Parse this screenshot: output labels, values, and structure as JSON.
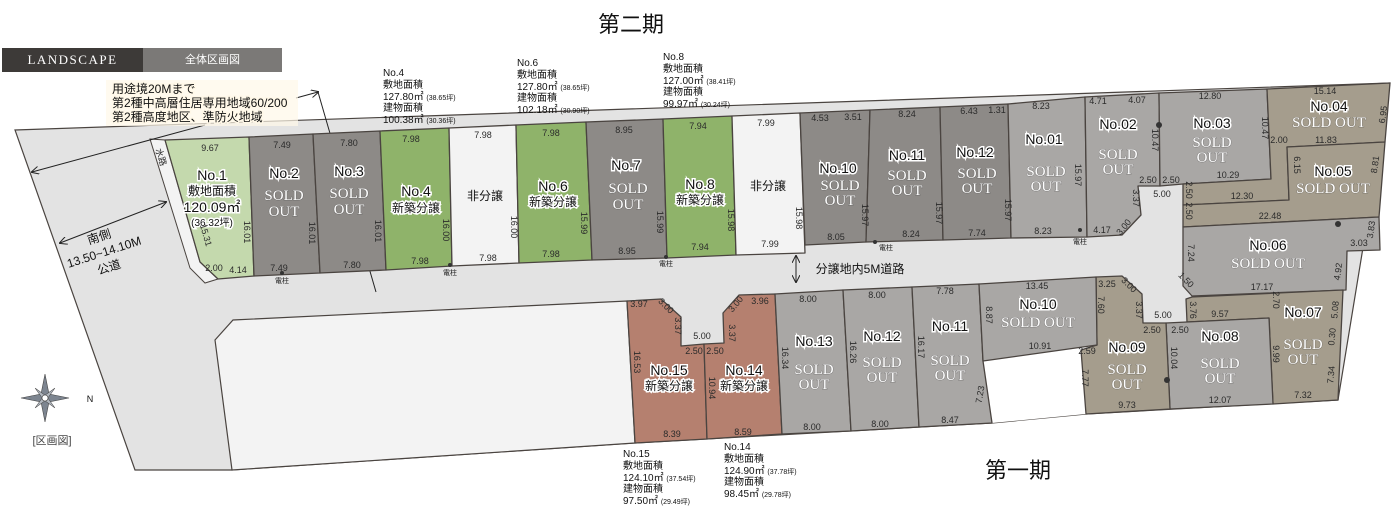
{
  "header": {
    "brand": "LANDSCAPE",
    "tab": "全体区画図"
  },
  "phase2_title": "第二期",
  "phase1_title": "第一期",
  "zoning_note": [
    "用途境20Mまで",
    "第2種中高層住居専用地域60/200",
    "第2種高度地区、準防火地域"
  ],
  "road": {
    "south": [
      "南側",
      "13.50~14.10M",
      "公道"
    ],
    "internal": "分譲地内5M道路",
    "waterway": "水路"
  },
  "compass": {
    "north": "N",
    "caption": "[区画図]"
  },
  "utility_pole": "電柱",
  "labels": {
    "sold_out": "SOLD OUT",
    "sold": "SOLD",
    "out": "OUT",
    "new_build": "新築分譲",
    "not_for_sale": "非分譲"
  },
  "colors": {
    "new_build": "#8fb36a",
    "sold_dark": "#8d8a87",
    "sold_light": "#a9a7a5",
    "sold_tan": "#a59d8d",
    "new_build_phase1": "#b5806f",
    "not_for_sale": "#f3f3f3"
  },
  "lots": {
    "p2_1": {
      "name": "No.1",
      "status": "new_build",
      "area_label": "敷地面積",
      "area": "120.09㎡",
      "tsubo": "(36.32坪)",
      "dims": [
        "9.67",
        "16.01",
        "15.31",
        "2.00",
        "4.14"
      ]
    },
    "p2_2": {
      "name": "No.2",
      "status": "sold_out",
      "dims": [
        "7.49",
        "16.01",
        "7.49"
      ]
    },
    "p2_3": {
      "name": "No.3",
      "status": "sold_out",
      "dims": [
        "7.80",
        "16.01",
        "7.80"
      ]
    },
    "p2_4": {
      "name": "No.4",
      "status": "new_build",
      "dims": [
        "7.98",
        "16.00",
        "7.98"
      ]
    },
    "p2_5": {
      "status": "not_for_sale",
      "dims": [
        "7.98",
        "16.00",
        "7.98"
      ]
    },
    "p2_6": {
      "name": "No.6",
      "status": "new_build",
      "dims": [
        "7.98",
        "15.99",
        "7.98"
      ]
    },
    "p2_7": {
      "name": "No.7",
      "status": "sold_out",
      "dims": [
        "8.95",
        "15.99",
        "8.95"
      ]
    },
    "p2_8": {
      "name": "No.8",
      "status": "new_build",
      "dims": [
        "7.94",
        "15.98",
        "7.94"
      ]
    },
    "p2_9": {
      "status": "not_for_sale",
      "dims": [
        "7.99",
        "15.98",
        "7.99"
      ]
    },
    "p1_10": {
      "name": "No.10",
      "status": "sold_out",
      "dims": [
        "4.53",
        "3.51",
        "15.97",
        "8.05"
      ]
    },
    "p1_11": {
      "name": "No.11",
      "status": "sold_out",
      "dims": [
        "8.24",
        "15.97",
        "8.24"
      ]
    },
    "p1_12": {
      "name": "No.12",
      "status": "sold_out",
      "dims": [
        "6.43",
        "1.31",
        "15.97",
        "7.74"
      ]
    },
    "p1_01": {
      "name": "No.01",
      "status": "sold_out",
      "dims": [
        "8.23",
        "15.97",
        "8.23"
      ]
    },
    "p1_02": {
      "name": "No.02",
      "status": "sold_out",
      "dims": [
        "4.71",
        "4.07",
        "10.47",
        "3.37",
        "3.00",
        "4.17",
        "2.50"
      ]
    },
    "p1_03": {
      "name": "No.03",
      "status": "sold_out",
      "dims": [
        "12.80",
        "10.47",
        "10.29",
        "2.50",
        "5.00"
      ]
    },
    "p1_04": {
      "name": "No.04",
      "status": "sold_out",
      "dims": [
        "15.14",
        "6.95",
        "2.00",
        "11.83"
      ]
    },
    "p1_05": {
      "name": "No.05",
      "status": "sold_out",
      "dims": [
        "6.15",
        "8.81",
        "12.30",
        "2.50",
        "2.50",
        "22.48"
      ]
    },
    "p1_06": {
      "name": "No.06",
      "status": "sold_out",
      "dims": [
        "3.83",
        "3.03",
        "4.92",
        "7.24",
        "1.50",
        "17.17"
      ]
    },
    "p1_09": {
      "name": "No.09",
      "status": "sold_out",
      "dims": [
        "3.25",
        "3.00",
        "3.37",
        "7.60",
        "2.59",
        "7.77",
        "9.73",
        "2.50",
        "5.00"
      ]
    },
    "p1_08": {
      "name": "No.08",
      "status": "sold_out",
      "dims": [
        "2.50",
        "9.57",
        "3.76",
        "10.04",
        "12.07"
      ]
    },
    "p1_07": {
      "name": "No.07",
      "status": "sold_out",
      "dims": [
        "2.70",
        "5.08",
        "0.30",
        "7.34",
        "9.99",
        "7.32"
      ]
    },
    "p1_15": {
      "name": "No.15",
      "status": "new_build",
      "dims": [
        "3.97",
        "3.00",
        "3.37",
        "16.53",
        "2.50",
        "8.39",
        "5.00"
      ]
    },
    "p1_14": {
      "name": "No.14",
      "status": "new_build",
      "dims": [
        "2.50",
        "3.00",
        "3.37",
        "3.96",
        "10.94",
        "8.59"
      ]
    },
    "p1_13": {
      "name": "No.13",
      "status": "sold_out",
      "dims": [
        "8.00",
        "16.34",
        "8.00"
      ]
    },
    "p1_12b": {
      "name": "No.12",
      "status": "sold_out",
      "dims": [
        "8.00",
        "16.26",
        "8.00"
      ]
    },
    "p1_11b": {
      "name": "No.11",
      "status": "sold_out",
      "dims": [
        "7.78",
        "16.17",
        "8.47",
        "7.23"
      ]
    },
    "p1_10b": {
      "name": "No.10",
      "status": "sold_out",
      "dims": [
        "13.45",
        "8.87",
        "10.91"
      ]
    }
  },
  "details": {
    "no4": {
      "name": "No.4",
      "land_label": "敷地面積",
      "land": "127.80㎡",
      "land_tsubo": "(38.65坪)",
      "bldg_label": "建物面積",
      "bldg": "100.38㎡",
      "bldg_tsubo": "(30.36坪)"
    },
    "no6": {
      "name": "No.6",
      "land_label": "敷地面積",
      "land": "127.80㎡",
      "land_tsubo": "(38.65坪)",
      "bldg_label": "建物面積",
      "bldg": "102.18㎡",
      "bldg_tsubo": "(30.90坪)"
    },
    "no8": {
      "name": "No.8",
      "land_label": "敷地面積",
      "land": "127.00㎡",
      "land_tsubo": "(38.41坪)",
      "bldg_label": "建物面積",
      "bldg": "99.97㎡",
      "bldg_tsubo": "(30.24坪)"
    },
    "no15": {
      "name": "No.15",
      "land_label": "敷地面積",
      "land": "124.10㎡",
      "land_tsubo": "(37.54坪)",
      "bldg_label": "建物面積",
      "bldg": "97.50㎡",
      "bldg_tsubo": "(29.49坪)"
    },
    "no14": {
      "name": "No.14",
      "land_label": "敷地面積",
      "land": "124.90㎡",
      "land_tsubo": "(37.78坪)",
      "bldg_label": "建物面積",
      "bldg": "98.45㎡",
      "bldg_tsubo": "(29.78坪)"
    }
  }
}
